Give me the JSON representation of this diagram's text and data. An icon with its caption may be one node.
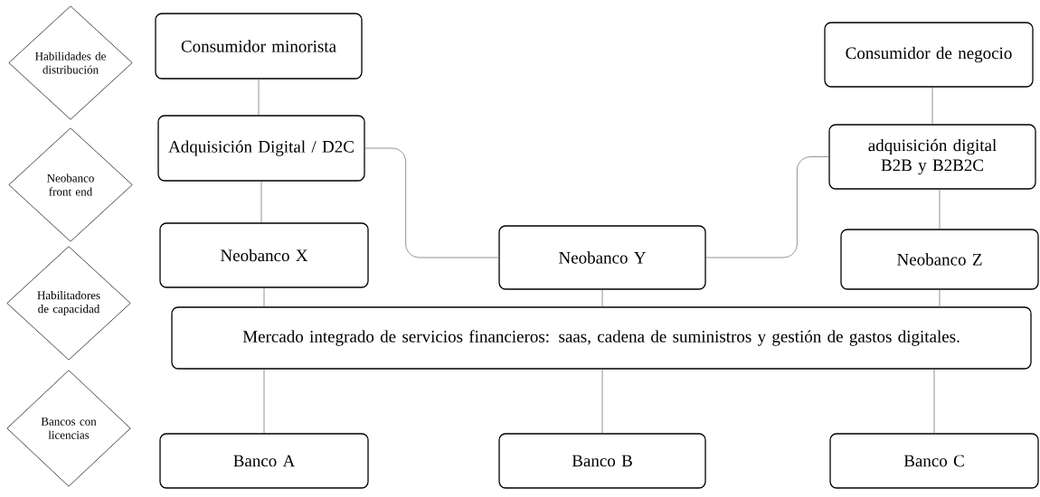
{
  "diagram": {
    "nodes": [
      {
        "text": [
          "Habilidades de distribución"
        ]
      },
      {
        "text": [
          "Neobanco front end"
        ]
      },
      {
        "text": [
          "Habilitadores de capacidad"
        ]
      },
      {
        "text": [
          "Bancos con licencias"
        ]
      },
      {
        "text": [
          "Consumidor minorista"
        ]
      },
      {
        "text": [
          "Adquisición Digital / D2C"
        ]
      },
      {
        "text": [
          "Neobanco X"
        ]
      },
      {
        "text": [
          "Neobanco Y"
        ]
      },
      {
        "text": [
          "Consumidor de negocio"
        ]
      },
      {
        "text": [
          "adquisición digital B2B y B2B2C"
        ]
      },
      {
        "text": [
          "Neobanco Z"
        ]
      },
      {
        "text": [
          "Mercado integrado de servicios financieros: saas, cadena de suministros y gestión de gastos digitales."
        ]
      },
      {
        "text": [
          "Banco A"
        ]
      },
      {
        "text": [
          "Banco B"
        ]
      },
      {
        "text": [
          "Banco C"
        ]
      }
    ],
    "edges": [
      {
        "from": 4,
        "to": 5,
        "arrow": "none"
      },
      {
        "from": 5,
        "to": 6,
        "arrow": "none"
      },
      {
        "from": 5,
        "to": 7,
        "arrow": "none"
      },
      {
        "from": 9,
        "to": 7,
        "arrow": "none"
      },
      {
        "from": 8,
        "to": 9,
        "arrow": "none"
      },
      {
        "from": 9,
        "to": 10,
        "arrow": "none"
      },
      {
        "from": 6,
        "to": 11,
        "arrow": "none"
      },
      {
        "from": 7,
        "to": 11,
        "arrow": "none"
      },
      {
        "from": 10,
        "to": 11,
        "arrow": "none"
      },
      {
        "from": 11,
        "to": 12,
        "arrow": "none"
      },
      {
        "from": 11,
        "to": 13,
        "arrow": "none"
      },
      {
        "from": 11,
        "to": 14,
        "arrow": "none"
      }
    ]
  }
}
